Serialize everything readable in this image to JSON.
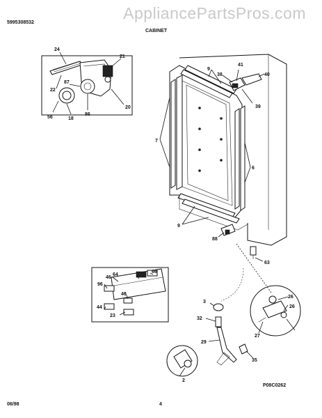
{
  "header": {
    "doc_number": "5995308532",
    "section_title": "CABINET",
    "watermark": "AppliancePartsPros.com"
  },
  "footer": {
    "date": "06/98",
    "page": "4",
    "diagram_code": "P08C0262"
  },
  "callouts": {
    "c24": "24",
    "c21": "21",
    "c22": "22",
    "c87": "87",
    "c20": "20",
    "c56": "56",
    "c18": "18",
    "c86": "86",
    "c9a": "9",
    "c41": "41",
    "c38": "38",
    "c40": "40",
    "c39": "39",
    "c7": "7",
    "c6": "6",
    "c9b": "9",
    "c88": "88",
    "c63": "63",
    "c64": "64",
    "c66": "66",
    "c46a": "46",
    "c96": "96",
    "c44": "44",
    "c46b": "46",
    "c23": "23",
    "c3": "3",
    "c32": "32",
    "c29": "29",
    "c35": "35",
    "c2": "2",
    "c26a": "26",
    "c26b": "26",
    "c27": "27"
  }
}
